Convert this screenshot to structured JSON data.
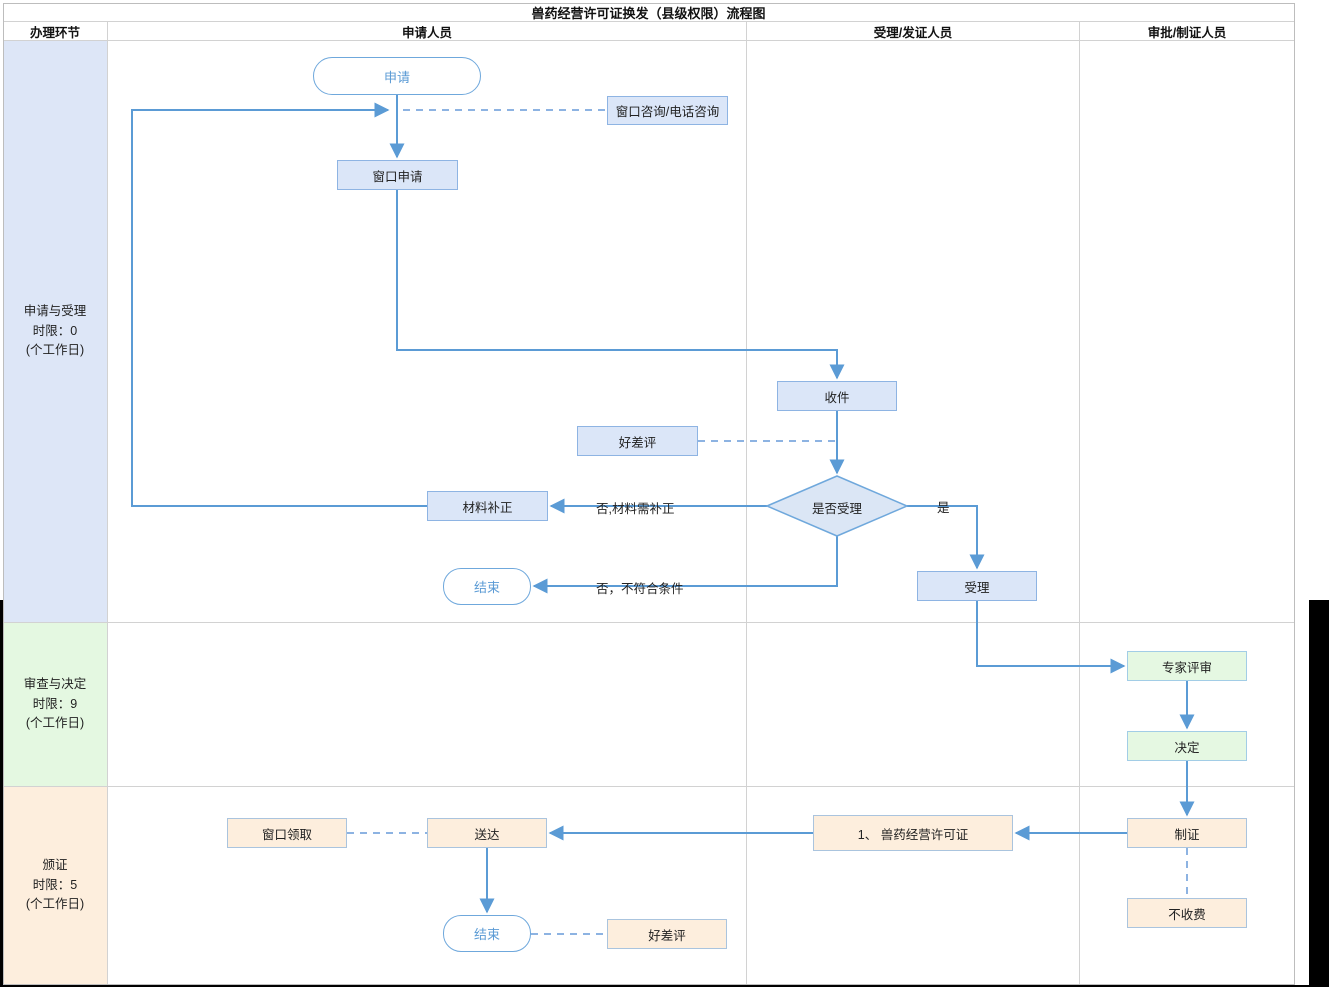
{
  "title": "兽药经营许可证换发（县级权限）流程图",
  "columns": [
    {
      "label": "办理环节"
    },
    {
      "label": "申请人员"
    },
    {
      "label": "受理/发证人员"
    },
    {
      "label": "审批/制证人员"
    }
  ],
  "lanes": [
    {
      "label_lines": [
        "申请与受理",
        "时限：0",
        "(个工作日)"
      ],
      "fill": "#dde6f7"
    },
    {
      "label_lines": [
        "审查与决定",
        "时限：9",
        "(个工作日)"
      ],
      "fill": "#e4f8e1"
    },
    {
      "label_lines": [
        "颁证",
        "时限：5",
        "(个工作日)"
      ],
      "fill": "#fdeedd"
    }
  ],
  "nodes": {
    "start": {
      "label": "申请"
    },
    "consult": {
      "label": "窗口咨询/电话咨询"
    },
    "window_apply": {
      "label": "窗口申请"
    },
    "receive": {
      "label": "收件"
    },
    "review1": {
      "label": "好差评"
    },
    "decision": {
      "label": "是否受理"
    },
    "supplement": {
      "label": "材料补正"
    },
    "end1": {
      "label": "结束"
    },
    "accept": {
      "label": "受理"
    },
    "expert": {
      "label": "专家评审"
    },
    "decide": {
      "label": "决定"
    },
    "make_cert": {
      "label": "制证"
    },
    "license": {
      "label": "1、 兽药经营许可证"
    },
    "deliver": {
      "label": "送达"
    },
    "window_pickup": {
      "label": "窗口领取"
    },
    "end2": {
      "label": "结束"
    },
    "review2": {
      "label": "好差评"
    },
    "no_fee": {
      "label": "不收费"
    }
  },
  "edge_labels": {
    "yes": "是",
    "no_supplement": "否,材料需补正",
    "no_reject": "否，不符合条件"
  },
  "colors": {
    "connector_solid": "#5b9bd5",
    "connector_dashed": "#8db3e2",
    "box_blue_fill": "#dbe6f8",
    "box_green_fill": "#e5f8e2",
    "box_orange_fill": "#fdeedd",
    "lane1_fill": "#dde6f7",
    "lane2_fill": "#e4f8e1",
    "lane3_fill": "#fdeedd",
    "terminal_text": "#5b9bd5"
  }
}
